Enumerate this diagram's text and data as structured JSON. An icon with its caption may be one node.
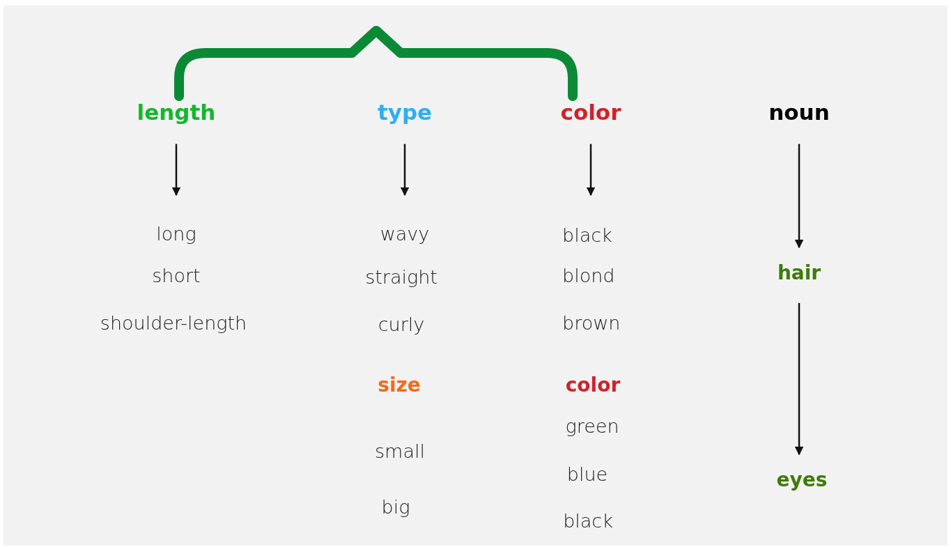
{
  "diagram": {
    "nodes": [
      {
        "text": [
          "length"
        ]
      },
      {
        "text": [
          "type"
        ]
      },
      {
        "text": [
          "color"
        ]
      },
      {
        "text": [
          "noun"
        ]
      },
      {
        "text": [
          "long",
          "short",
          "shoulder-length"
        ]
      },
      {
        "text": [
          "wavy",
          "straight",
          "curly"
        ]
      },
      {
        "text": [
          "black",
          "blond",
          "brown"
        ]
      },
      {
        "text": [
          "hair"
        ]
      },
      {
        "text": [
          "eyes"
        ]
      }
    ],
    "edges": [
      {
        "from": 0,
        "to": 4,
        "arrow": "to"
      },
      {
        "from": 1,
        "to": 5,
        "arrow": "to"
      },
      {
        "from": 2,
        "to": 6,
        "arrow": "to"
      },
      {
        "from": 3,
        "to": 7,
        "arrow": "to"
      },
      {
        "from": 7,
        "to": 8,
        "arrow": "to"
      }
    ],
    "labels": [
      "size",
      "color",
      "green",
      "small",
      "blue",
      "big",
      "black"
    ]
  }
}
